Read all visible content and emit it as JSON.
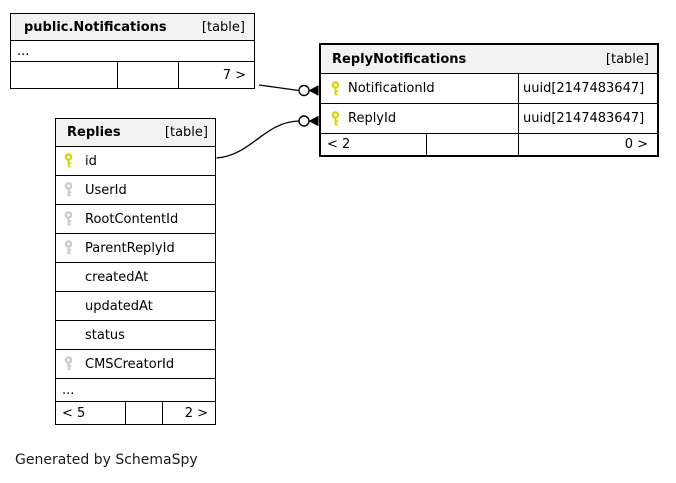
{
  "diagram": {
    "caption": "Generated by SchemaSpy"
  },
  "colors": {
    "header_bg": "#f2f2f2",
    "border": "#000000",
    "pk_key_color": "#d4d400",
    "fk_key_color": "#c8c8c8",
    "canvas_bg": "#ffffff",
    "text": "#000000"
  },
  "tables": {
    "public_notifications": {
      "name": "public.Notifications",
      "tag": "[table]",
      "collapsed_columns": "...",
      "footer": {
        "left": "",
        "mid": "",
        "right": "7 >"
      }
    },
    "reply_notifications": {
      "name": "ReplyNotifications",
      "tag": "[table]",
      "columns": [
        {
          "name": "NotificationId",
          "type": "uuid[2147483647]",
          "icon": "primary-key-icon"
        },
        {
          "name": "ReplyId",
          "type": "uuid[2147483647]",
          "icon": "primary-key-icon"
        }
      ],
      "footer": {
        "left": "< 2",
        "mid": "",
        "right": "0 >"
      }
    },
    "replies": {
      "name": "Replies",
      "tag": "[table]",
      "columns": [
        {
          "name": "id",
          "icon": "primary-key-icon"
        },
        {
          "name": "UserId",
          "icon": "foreign-key-icon"
        },
        {
          "name": "RootContentId",
          "icon": "foreign-key-icon"
        },
        {
          "name": "ParentReplyId",
          "icon": "foreign-key-icon"
        },
        {
          "name": "createdAt",
          "icon": ""
        },
        {
          "name": "updatedAt",
          "icon": ""
        },
        {
          "name": "status",
          "icon": ""
        },
        {
          "name": "CMSCreatorId",
          "icon": "foreign-key-icon"
        }
      ],
      "collapsed_columns": "...",
      "footer": {
        "left": "< 5",
        "mid": "",
        "right": "2 >"
      }
    }
  },
  "relationships": [
    {
      "from": "public.Notifications",
      "to": "ReplyNotifications.NotificationId",
      "notation": "zero-or-more"
    },
    {
      "from": "Replies.id",
      "to": "ReplyNotifications.ReplyId",
      "notation": "zero-or-more"
    }
  ]
}
